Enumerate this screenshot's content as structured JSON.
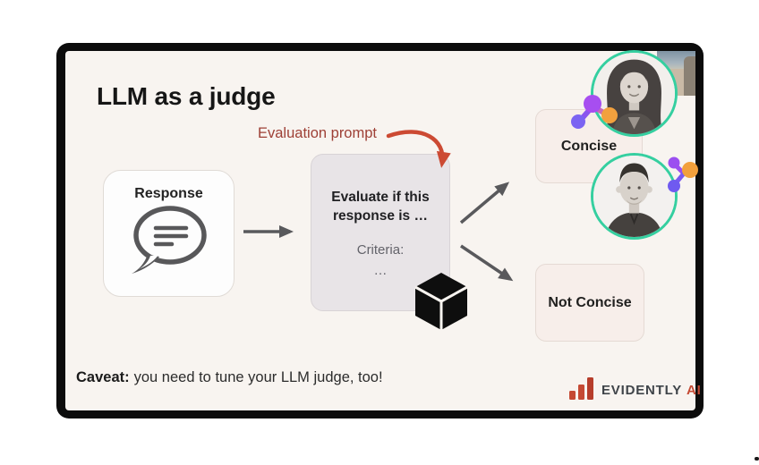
{
  "slide": {
    "title": "LLM as a judge",
    "annotation": {
      "label": "Evaluation prompt"
    },
    "response_box": {
      "label": "Response"
    },
    "judge_box": {
      "prompt_text": "Evaluate if this response is …",
      "criteria_label": "Criteria:",
      "criteria_value": "…"
    },
    "outcome_boxes": {
      "concise": "Concise",
      "not_concise": "Not Concise"
    },
    "caveat": {
      "label": "Caveat:",
      "text": "you need to tune your LLM judge, too!"
    },
    "logo": {
      "brand": "EVIDENTLY",
      "suffix": "AI"
    }
  },
  "icons": {
    "speech_bubble": "chat-bubble-icon",
    "cube": "model-cube-icon",
    "molecule": "molecule-decoration-icon",
    "logo_bars": "bar-chart-logo-icon",
    "red_arrow": "curved-annotation-arrow",
    "gray_arrows": "flow-arrows"
  },
  "colors": {
    "slide_background": "#f8f4f0",
    "annotation_red": "#9e4036",
    "arrow_red": "#cc4a33",
    "arrow_gray": "#59595c",
    "avatar_ring_teal": "#35cfa0",
    "judge_box_fill": "#e8e4e7",
    "outcome_box_fill": "#f7eeea",
    "logo_red": "#c54a34"
  }
}
